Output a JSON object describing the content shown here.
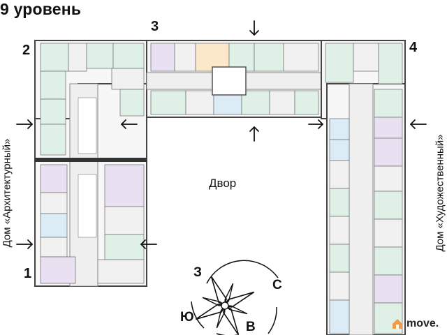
{
  "title": "9 уровень",
  "sections": {
    "s1": "1",
    "s2": "2",
    "s3": "3",
    "s4": "4"
  },
  "yard_label": "Двор",
  "side_labels": {
    "left": "Дом «Архитектурный»",
    "right": "Дом «Художественный»"
  },
  "compass": {
    "north": "С",
    "south": "Ю",
    "west": "З",
    "east": "В"
  },
  "brand": {
    "name": "move.",
    "color": "#f2994a"
  },
  "colors": {
    "apt_green": "#dff0e6",
    "apt_purple": "#e9e1f2",
    "apt_blue": "#dcecf7",
    "apt_orange": "#fbe7c9",
    "wall": "#3b3b3b",
    "corridor": "#f4f4f4"
  },
  "icons": [
    "entrance-arrow-icon",
    "compass-star-icon",
    "move-house-logo-icon"
  ]
}
